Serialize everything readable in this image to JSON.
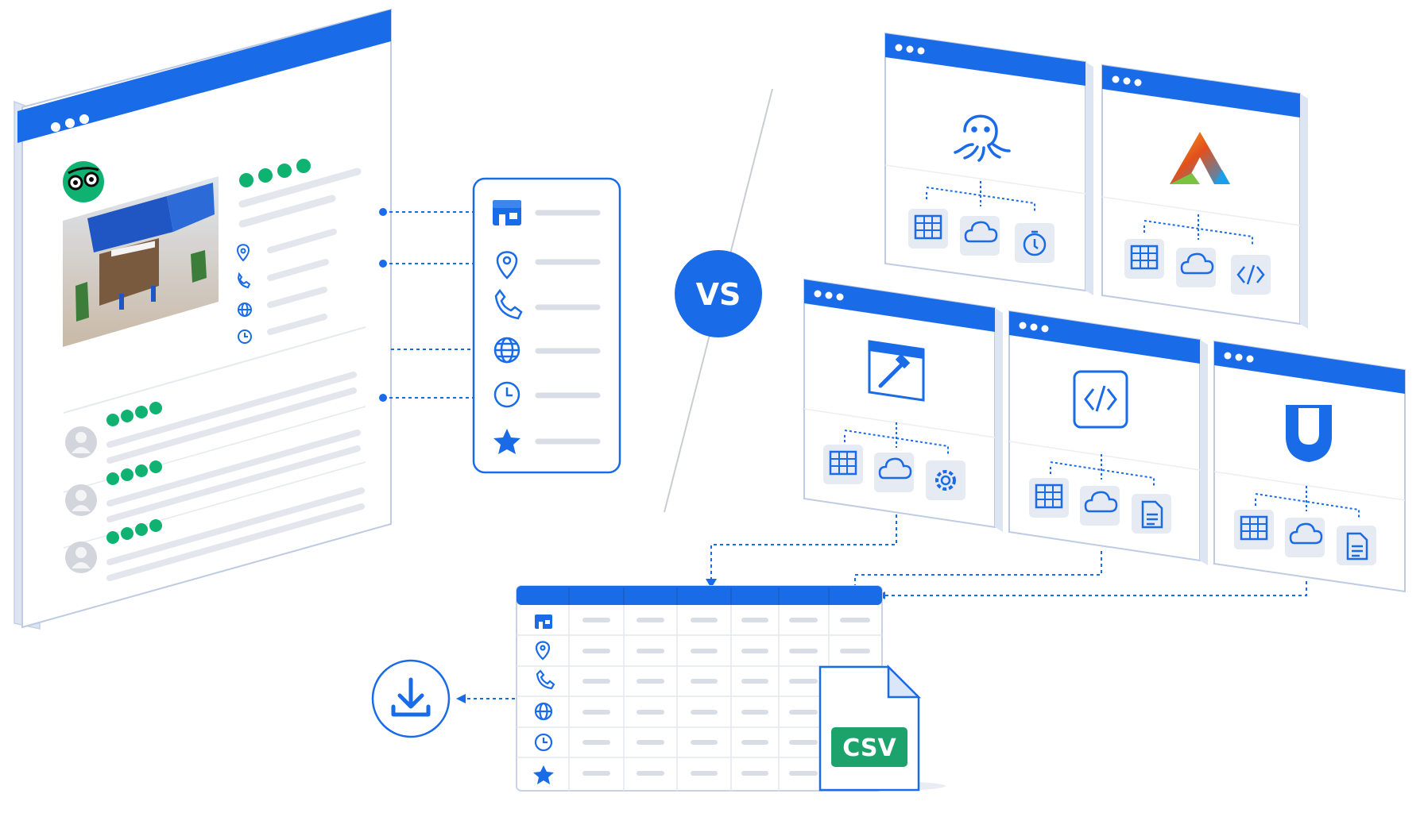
{
  "colors": {
    "accent": "#1a6be8",
    "accent_dark": "#0f56c9",
    "rating_green": "#10b271",
    "line_gray": "#e3e6ec",
    "frame_edge": "#cfd8e8",
    "csv_green": "#1ca36c"
  },
  "vs_label": "VS",
  "csv_label": "CSV",
  "listing_page": {
    "logo_icon": "tripadvisor-owl-icon",
    "photo": "restaurant-terrace-photo",
    "rating": {
      "value": 4,
      "max": 4
    },
    "detail_icons": [
      "location-pin-icon",
      "phone-icon",
      "globe-icon",
      "clock-icon"
    ],
    "reviews": [
      {
        "avatar": "user-avatar-icon",
        "rating": 4
      },
      {
        "avatar": "user-avatar-icon",
        "rating": 4
      },
      {
        "avatar": "user-avatar-icon",
        "rating": 4
      }
    ]
  },
  "extracted_fields": [
    "storefront-icon",
    "location-pin-icon",
    "phone-icon",
    "globe-icon",
    "clock-icon",
    "star-icon"
  ],
  "tools": [
    {
      "logo": "octopus-icon",
      "outputs": [
        "table-icon",
        "cloud-icon",
        "timer-icon"
      ]
    },
    {
      "logo": "automation-anywhere-icon",
      "outputs": [
        "table-icon",
        "cloud-icon",
        "code-icon"
      ]
    },
    {
      "logo": "browser-hammer-icon",
      "outputs": [
        "table-icon",
        "cloud-icon",
        "gear-icon"
      ]
    },
    {
      "logo": "code-window-icon",
      "outputs": [
        "table-icon",
        "cloud-icon",
        "document-icon"
      ]
    },
    {
      "logo": "shield-u-icon",
      "outputs": [
        "table-icon",
        "cloud-icon",
        "document-icon"
      ]
    }
  ],
  "result_table": {
    "row_icons": [
      "storefront-icon",
      "location-pin-icon",
      "phone-icon",
      "globe-icon",
      "clock-icon",
      "star-icon"
    ],
    "columns": 6
  },
  "download_icon": "download-icon"
}
